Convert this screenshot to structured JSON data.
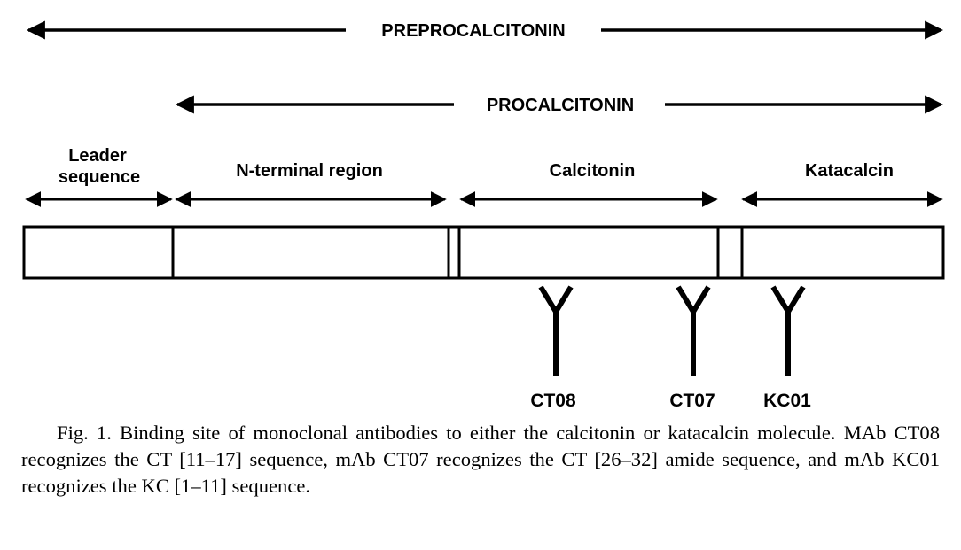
{
  "spans": {
    "preprocalcitonin": "PREPROCALCITONIN",
    "procalcitonin": "PROCALCITONIN"
  },
  "regions": [
    {
      "line1": "Leader",
      "line2": "sequence"
    },
    {
      "line1": "N-terminal region",
      "line2": ""
    },
    {
      "line1": "Calcitonin",
      "line2": ""
    },
    {
      "line1": "Katacalcin",
      "line2": ""
    }
  ],
  "antibodies": [
    "CT08",
    "CT07",
    "KC01"
  ],
  "caption": "Fig. 1. Binding site of monoclonal antibodies to either the calcitonin or katacalcin molecule. MAb CT08 recognizes the CT [11–17] sequence, mAb CT07 recognizes the CT [26–32] amide sequence, and mAb KC01 recognizes the KC [1–11] sequence."
}
